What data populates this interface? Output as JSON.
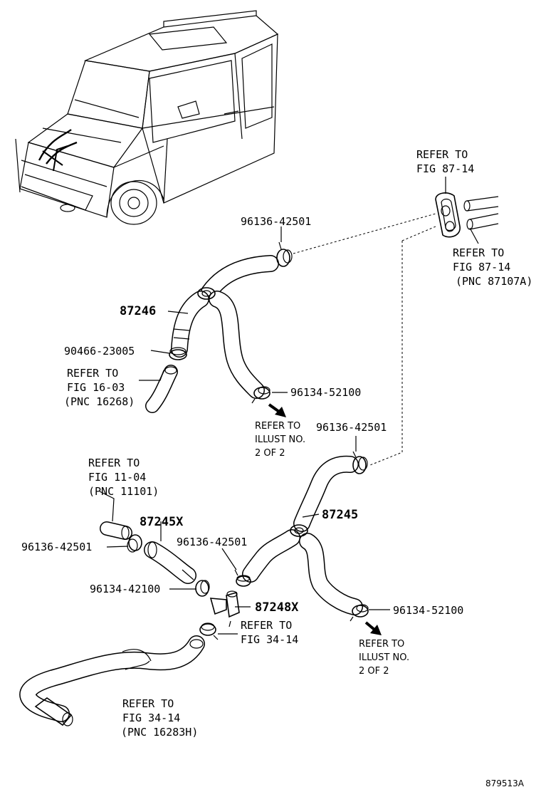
{
  "labels": {
    "refer_8714_top": [
      "REFER TO",
      "FIG 87-14"
    ],
    "refer_8714_right": [
      "REFER TO",
      "FIG 87-14",
      "(PNC 87107A)"
    ],
    "part_96136_42501_a": "96136-42501",
    "part_87246": "87246",
    "part_90466_23005": "90466-23005",
    "refer_1603": [
      "REFER TO",
      "FIG 16-03",
      "(PNC 16268)"
    ],
    "part_96134_52100_a": "96134-52100",
    "refer_illust_a": [
      "REFER TO",
      "ILLUST NO.",
      "2 OF 2"
    ],
    "part_96136_42501_b": "96136-42501",
    "refer_1104": [
      "REFER TO",
      "FIG 11-04",
      "(PNC 11101)"
    ],
    "part_87245x": "87245X",
    "part_87245": "87245",
    "part_96136_42501_c": "96136-42501",
    "part_96136_42501_d": "96136-42501",
    "part_96134_42100": "96134-42100",
    "part_87248x": "87248X",
    "part_96134_52100_b": "96134-52100",
    "refer_3414_a": [
      "REFER TO",
      "FIG 34-14"
    ],
    "refer_illust_b": [
      "REFER TO",
      "ILLUST NO.",
      "2 OF 2"
    ],
    "refer_3414_b": [
      "REFER TO",
      "FIG 34-14",
      "(PNC 16283H)"
    ],
    "diagram_id": "879513A"
  }
}
